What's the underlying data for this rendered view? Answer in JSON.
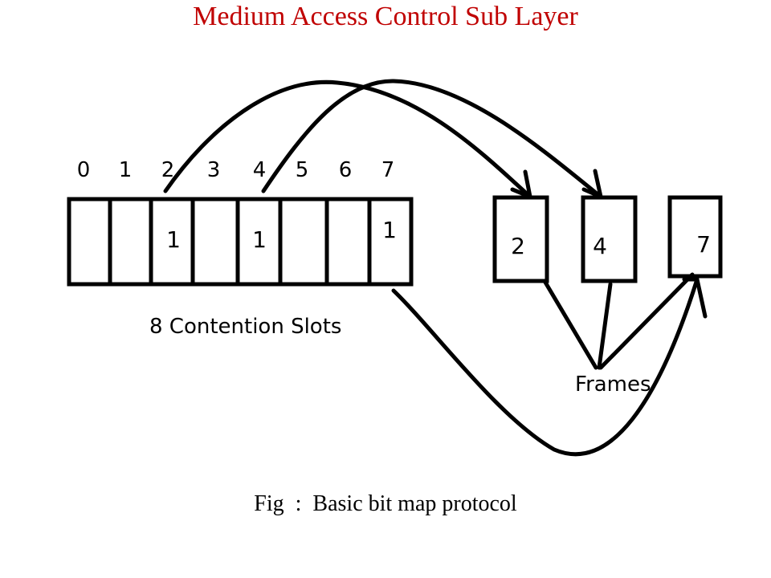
{
  "title": "Medium Access Control Sub Layer",
  "caption": "Fig  :  Basic bit map protocol",
  "diagram": {
    "slot_numbers": [
      "0",
      "1",
      "2",
      "3",
      "4",
      "5",
      "6",
      "7"
    ],
    "slot_values": [
      "",
      "",
      "1",
      "",
      "1",
      "",
      "",
      "1"
    ],
    "slots_label": "8  Contention Slots",
    "frames": [
      "2",
      "4",
      "7"
    ],
    "frames_label": "Frames"
  }
}
